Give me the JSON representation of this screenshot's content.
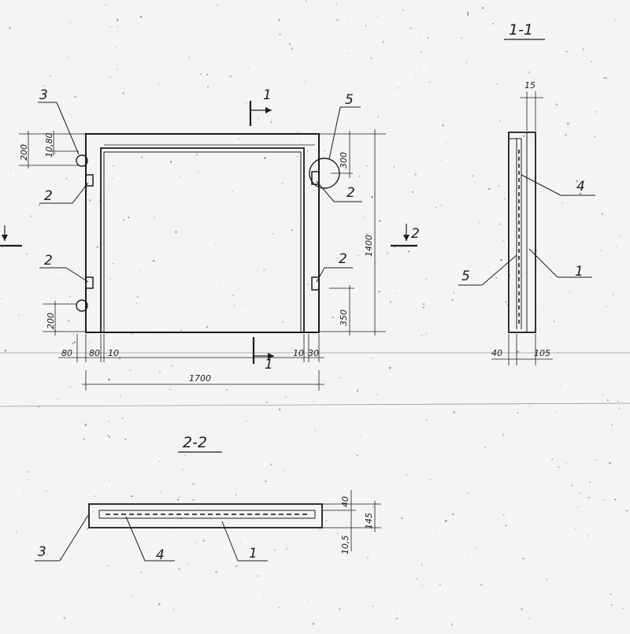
{
  "sections": {
    "elevation_cut": "1",
    "side_cut": "2",
    "side_title": "1-1",
    "plan_title": "2-2"
  },
  "callouts": {
    "c3": "3",
    "c5": "5",
    "c2": "2",
    "c4": "4",
    "c1": "1"
  },
  "dims": {
    "d200": "200",
    "d1080": "10,80",
    "d300": "300",
    "d1400": "1400",
    "d350": "350",
    "d80": "80",
    "d10": "10",
    "d1700": "1700",
    "d15": "15",
    "d40": "40",
    "d105": "105",
    "d145": "145",
    "d10_5": "10,5"
  },
  "colors": {
    "ink": "#1c1c1c",
    "paper": "#f4f4f2"
  }
}
